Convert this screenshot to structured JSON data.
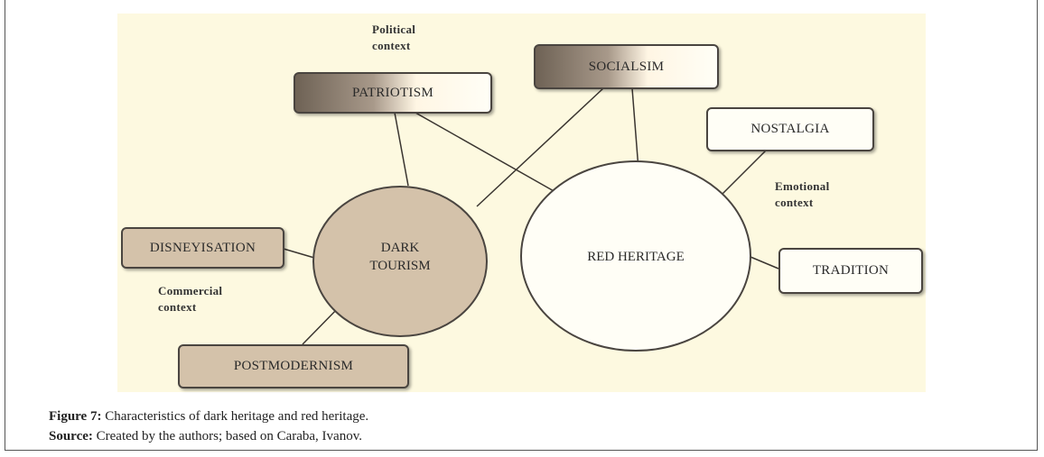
{
  "diagram": {
    "nodes": {
      "patriotism": "PATRIOTISM",
      "socialsim": "SOCIALSIM",
      "nostalgia": "NOSTALGIA",
      "disneyisation": "DISNEYISATION",
      "dark_tourism_1": "DARK",
      "dark_tourism_2": "TOURISM",
      "red_heritage": "RED HERITAGE",
      "tradition": "TRADITION",
      "postmodernism": "POSTMODERNISM"
    },
    "contexts": {
      "political_1": "Political",
      "political_2": "context",
      "emotional_1": "Emotional",
      "emotional_2": "context",
      "commercial_1": "Commercial",
      "commercial_2": "context"
    }
  },
  "caption": {
    "figure_label": "Figure 7:",
    "figure_text": " Characteristics of dark heritage and red heritage.",
    "source_label": "Source:",
    "source_text": " Created by the authors; based on Caraba, Ivanov."
  }
}
